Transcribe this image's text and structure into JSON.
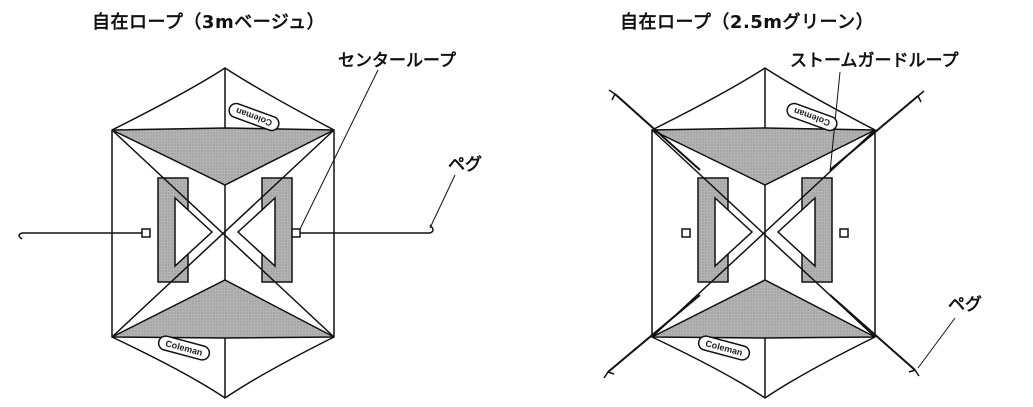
{
  "left": {
    "title": "自在ロープ（3mベージュ）",
    "callout_loop": "センターループ",
    "callout_peg": "ペグ"
  },
  "right": {
    "title": "自在ロープ（2.5mグリーン）",
    "callout_loop": "ストームガードループ",
    "callout_peg": "ペグ"
  },
  "logo_text": "Coleman",
  "colors": {
    "line": "#111111",
    "shade": "#a9a9a9",
    "background": "#ffffff"
  }
}
